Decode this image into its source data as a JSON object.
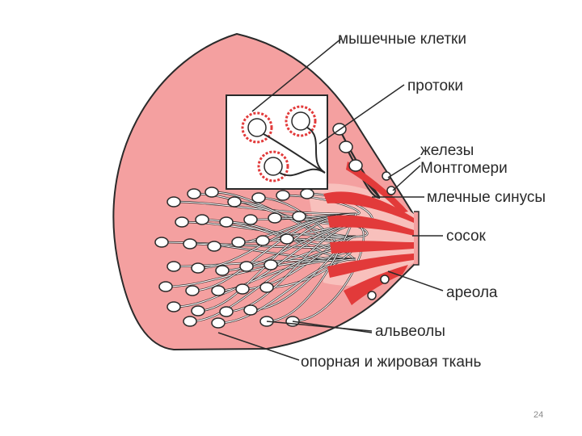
{
  "labels": {
    "muscle_cells": "мышечные клетки",
    "ducts": "протоки",
    "montgomery_1": "железы",
    "montgomery_2": "Монтгомери",
    "milk_sinuses": "млечные синусы",
    "nipple": "сосок",
    "areola": "ареола",
    "alveoli": "альвеолы",
    "tissue": "опорная и жировая ткань"
  },
  "page_number": "24",
  "colors": {
    "tissue": "#f4a0a0",
    "tissue_light": "#f8c0bc",
    "duct_red": "#e23a3a",
    "outline": "#2a2a2a",
    "alveolus_fill": "#ffffff",
    "box_fill": "#ffffff"
  }
}
